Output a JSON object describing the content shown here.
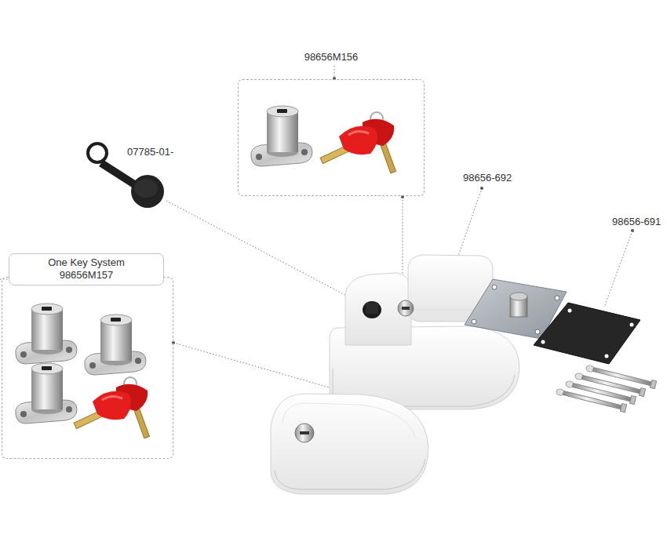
{
  "diagram": {
    "nodes": [
      {
        "text": [
          "98656M156"
        ]
      },
      {
        "text": [
          "One Key System",
          "98656M157"
        ]
      }
    ],
    "labels": [
      "07785-01-",
      "98656-692",
      "98656-691"
    ]
  }
}
